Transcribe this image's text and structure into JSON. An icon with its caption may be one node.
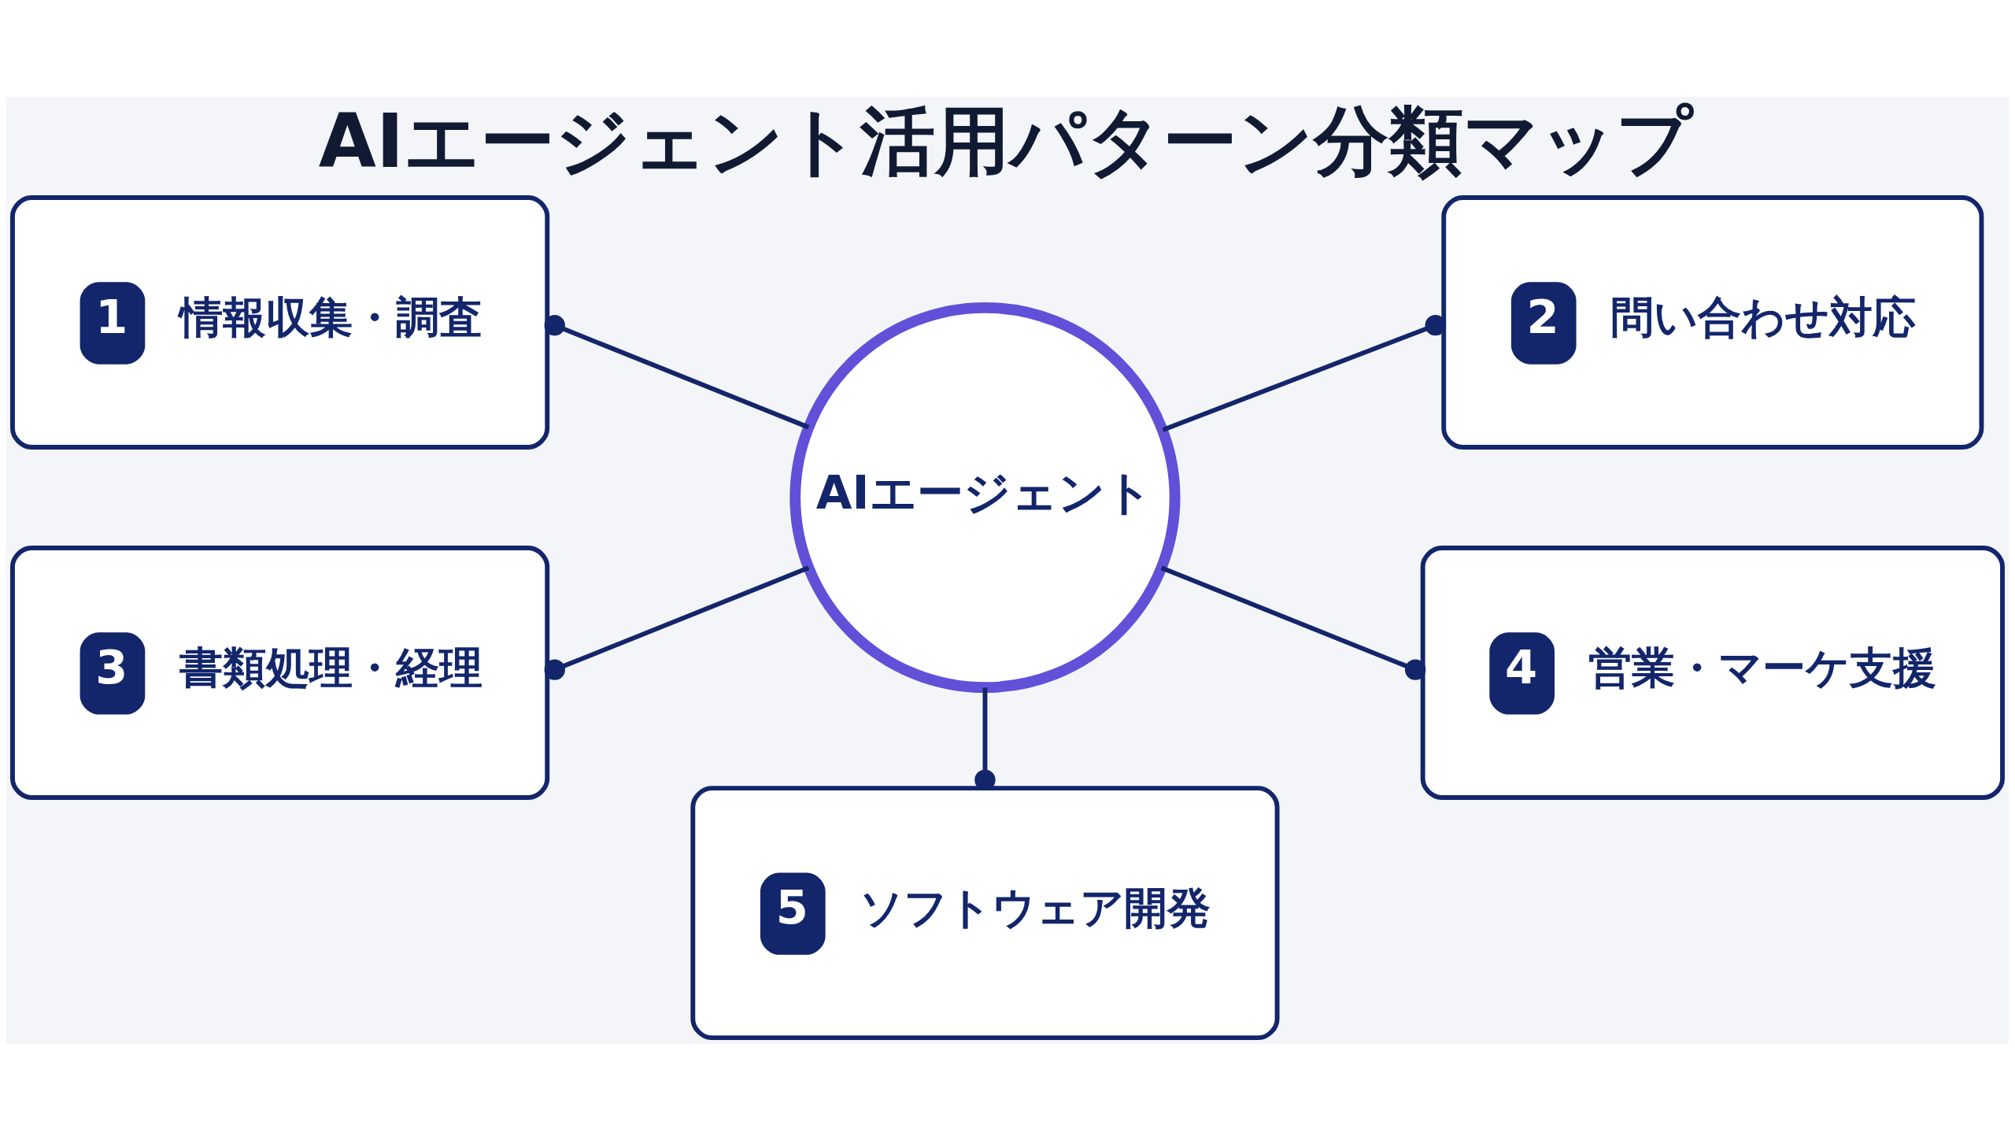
{
  "diagram": {
    "title": "AIエージェント活用パターン分類マップ",
    "nodes": [
      {
        "text": [
          "AIエージェント"
        ]
      },
      {
        "text": [
          "1",
          "情報収集・調査"
        ]
      },
      {
        "text": [
          "2",
          "問い合わせ対応"
        ]
      },
      {
        "text": [
          "3",
          "書類処理・経理"
        ]
      },
      {
        "text": [
          "4",
          "営業・マーケ支援"
        ]
      },
      {
        "text": [
          "5",
          "ソフトウェア開発"
        ]
      }
    ],
    "edges": [
      {
        "from": 0,
        "to": 1,
        "arrow": "other"
      },
      {
        "from": 0,
        "to": 2,
        "arrow": "other"
      },
      {
        "from": 0,
        "to": 3,
        "arrow": "other"
      },
      {
        "from": 0,
        "to": 4,
        "arrow": "other"
      },
      {
        "from": 0,
        "to": 5,
        "arrow": "other"
      }
    ]
  }
}
